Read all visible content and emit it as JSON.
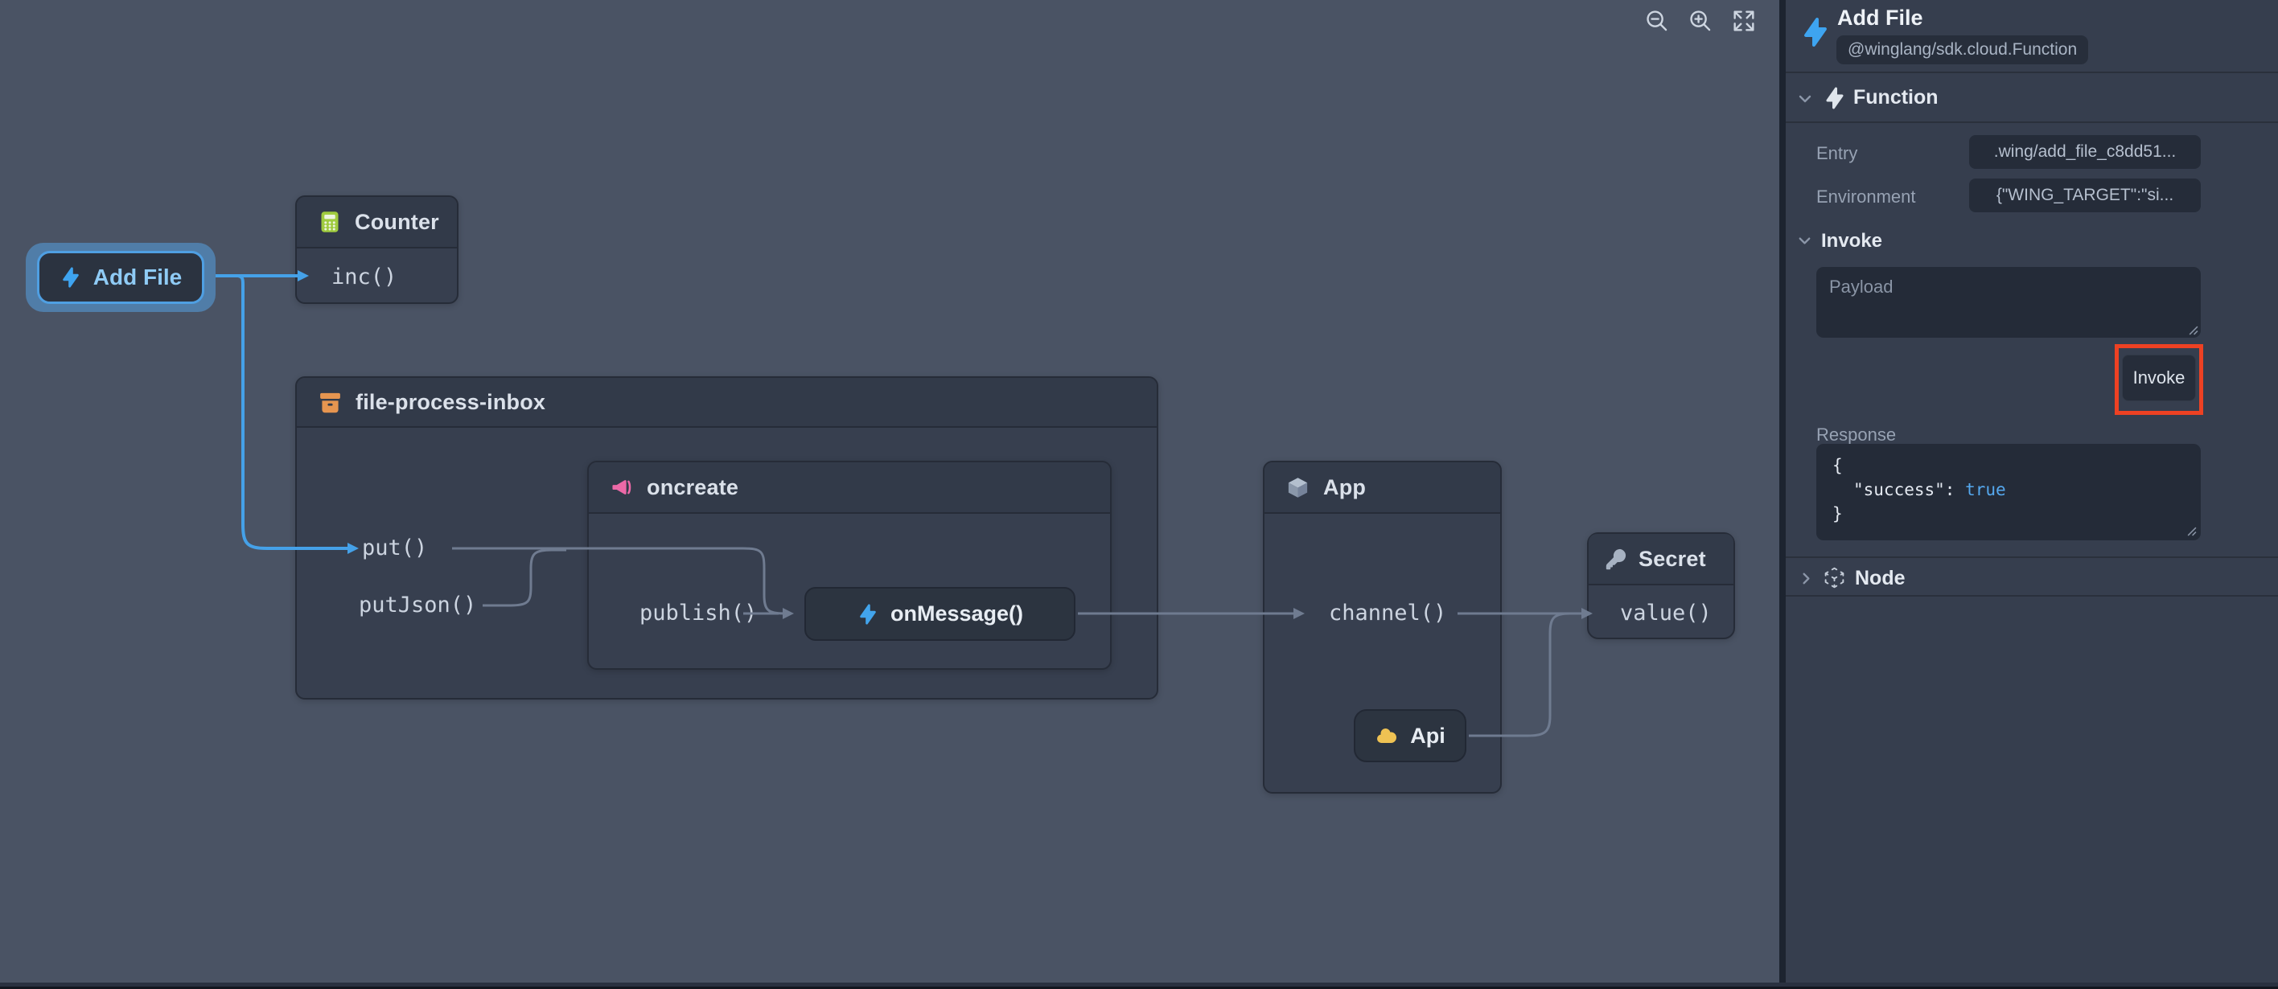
{
  "canvas": {
    "toolbar": {
      "zoom_out_icon": "magnifier-minus",
      "zoom_in_icon": "magnifier-plus",
      "fit_icon": "expand-arrows"
    },
    "nodes": {
      "add_file": {
        "label": "Add File"
      },
      "counter": {
        "title": "Counter",
        "method": "inc()"
      },
      "inbox": {
        "title": "file-process-inbox",
        "method_put": "put()",
        "method_putjson": "putJson()"
      },
      "oncreate": {
        "title": "oncreate",
        "method_publish": "publish()",
        "handler": "onMessage()"
      },
      "app": {
        "title": "App",
        "method_channel": "channel()",
        "api_label": "Api"
      },
      "secret": {
        "title": "Secret",
        "method_value": "value()"
      }
    }
  },
  "panel": {
    "title": "Add File",
    "type_badge": "@winglang/sdk.cloud.Function",
    "function_section": {
      "label": "Function",
      "entry_label": "Entry",
      "entry_value": ".wing/add_file_c8dd51...",
      "environment_label": "Environment",
      "environment_value": "{\"WING_TARGET\":\"si..."
    },
    "invoke_section": {
      "label": "Invoke",
      "payload_placeholder": "Payload",
      "invoke_button": "Invoke",
      "response_label": "Response",
      "response": {
        "open_brace": "{",
        "key": "\"success\"",
        "colon": ": ",
        "value": "true",
        "close_brace": "}"
      }
    },
    "node_section": {
      "label": "Node"
    }
  },
  "colors": {
    "accent_blue": "#42a4ec",
    "selection_blue": "#4f9fe2",
    "edge_gray": "#6f7b90",
    "annotation_red": "#ee4123",
    "counter_green": "#a0cb3f",
    "bucket_orange": "#e69550",
    "topic_pink": "#ec69a7",
    "api_yellow": "#efc253",
    "response_true_blue": "#55a8ee"
  }
}
